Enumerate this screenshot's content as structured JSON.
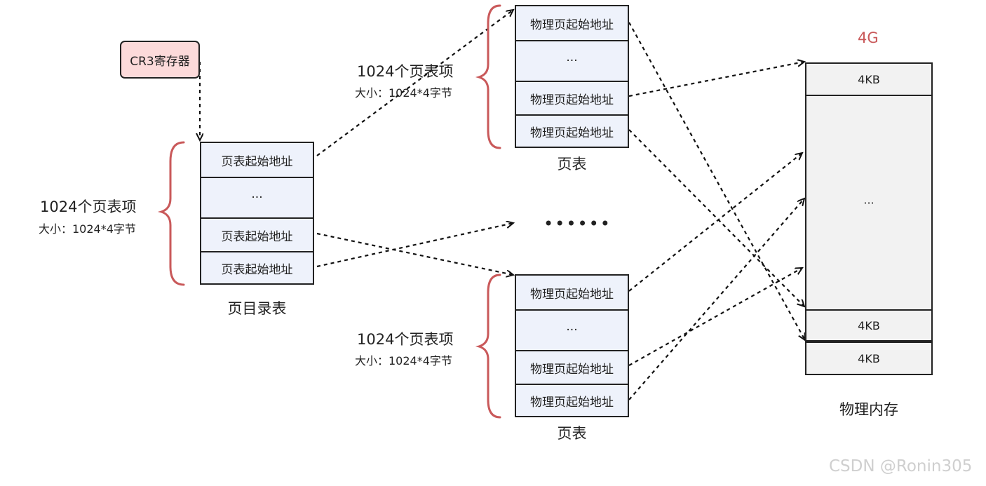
{
  "cr3": {
    "label": "CR3寄存器"
  },
  "page_directory": {
    "cells": [
      "页表起始地址",
      "···",
      "页表起始地址",
      "页表起始地址"
    ],
    "caption": "页目录表",
    "count_label": "1024个页表项",
    "size_label": "大小：1024*4字节"
  },
  "page_table_top": {
    "cells": [
      "物理页起始地址",
      "···",
      "物理页起始地址",
      "物理页起始地址"
    ],
    "caption": "页表",
    "count_label": "1024个页表项",
    "size_label": "大小：1024*4字节"
  },
  "page_table_bottom": {
    "cells": [
      "物理页起始地址",
      "···",
      "物理页起始地址",
      "物理页起始地址"
    ],
    "caption": "页表",
    "count_label": "1024个页表项",
    "size_label": "大小：1024*4字节"
  },
  "middle_dots": "••••••",
  "memory": {
    "top_label": "4G",
    "cells": [
      "4KB",
      "···",
      "4KB",
      "4KB"
    ],
    "caption": "物理内存"
  },
  "watermark": "CSDN @Ronin305",
  "colors": {
    "brace": "#c9595a",
    "cr3_fill": "#fcdada",
    "cell_fill": "#eef2fb",
    "mem_fill": "#f2f2f2"
  }
}
